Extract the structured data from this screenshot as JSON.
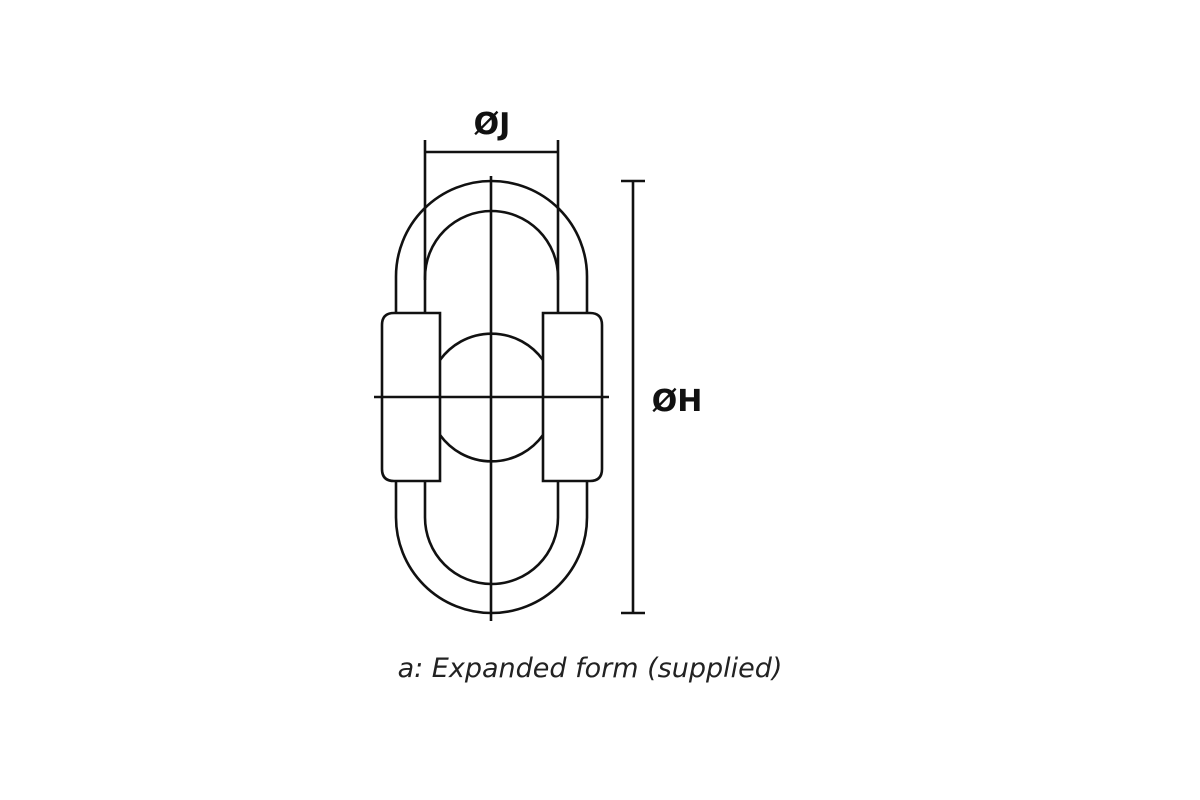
{
  "labels": {
    "j": "ØJ",
    "h": "ØH"
  },
  "caption": "a: Expanded form (supplied)",
  "colors": {
    "line": "#111111",
    "background": "#ffffff"
  }
}
